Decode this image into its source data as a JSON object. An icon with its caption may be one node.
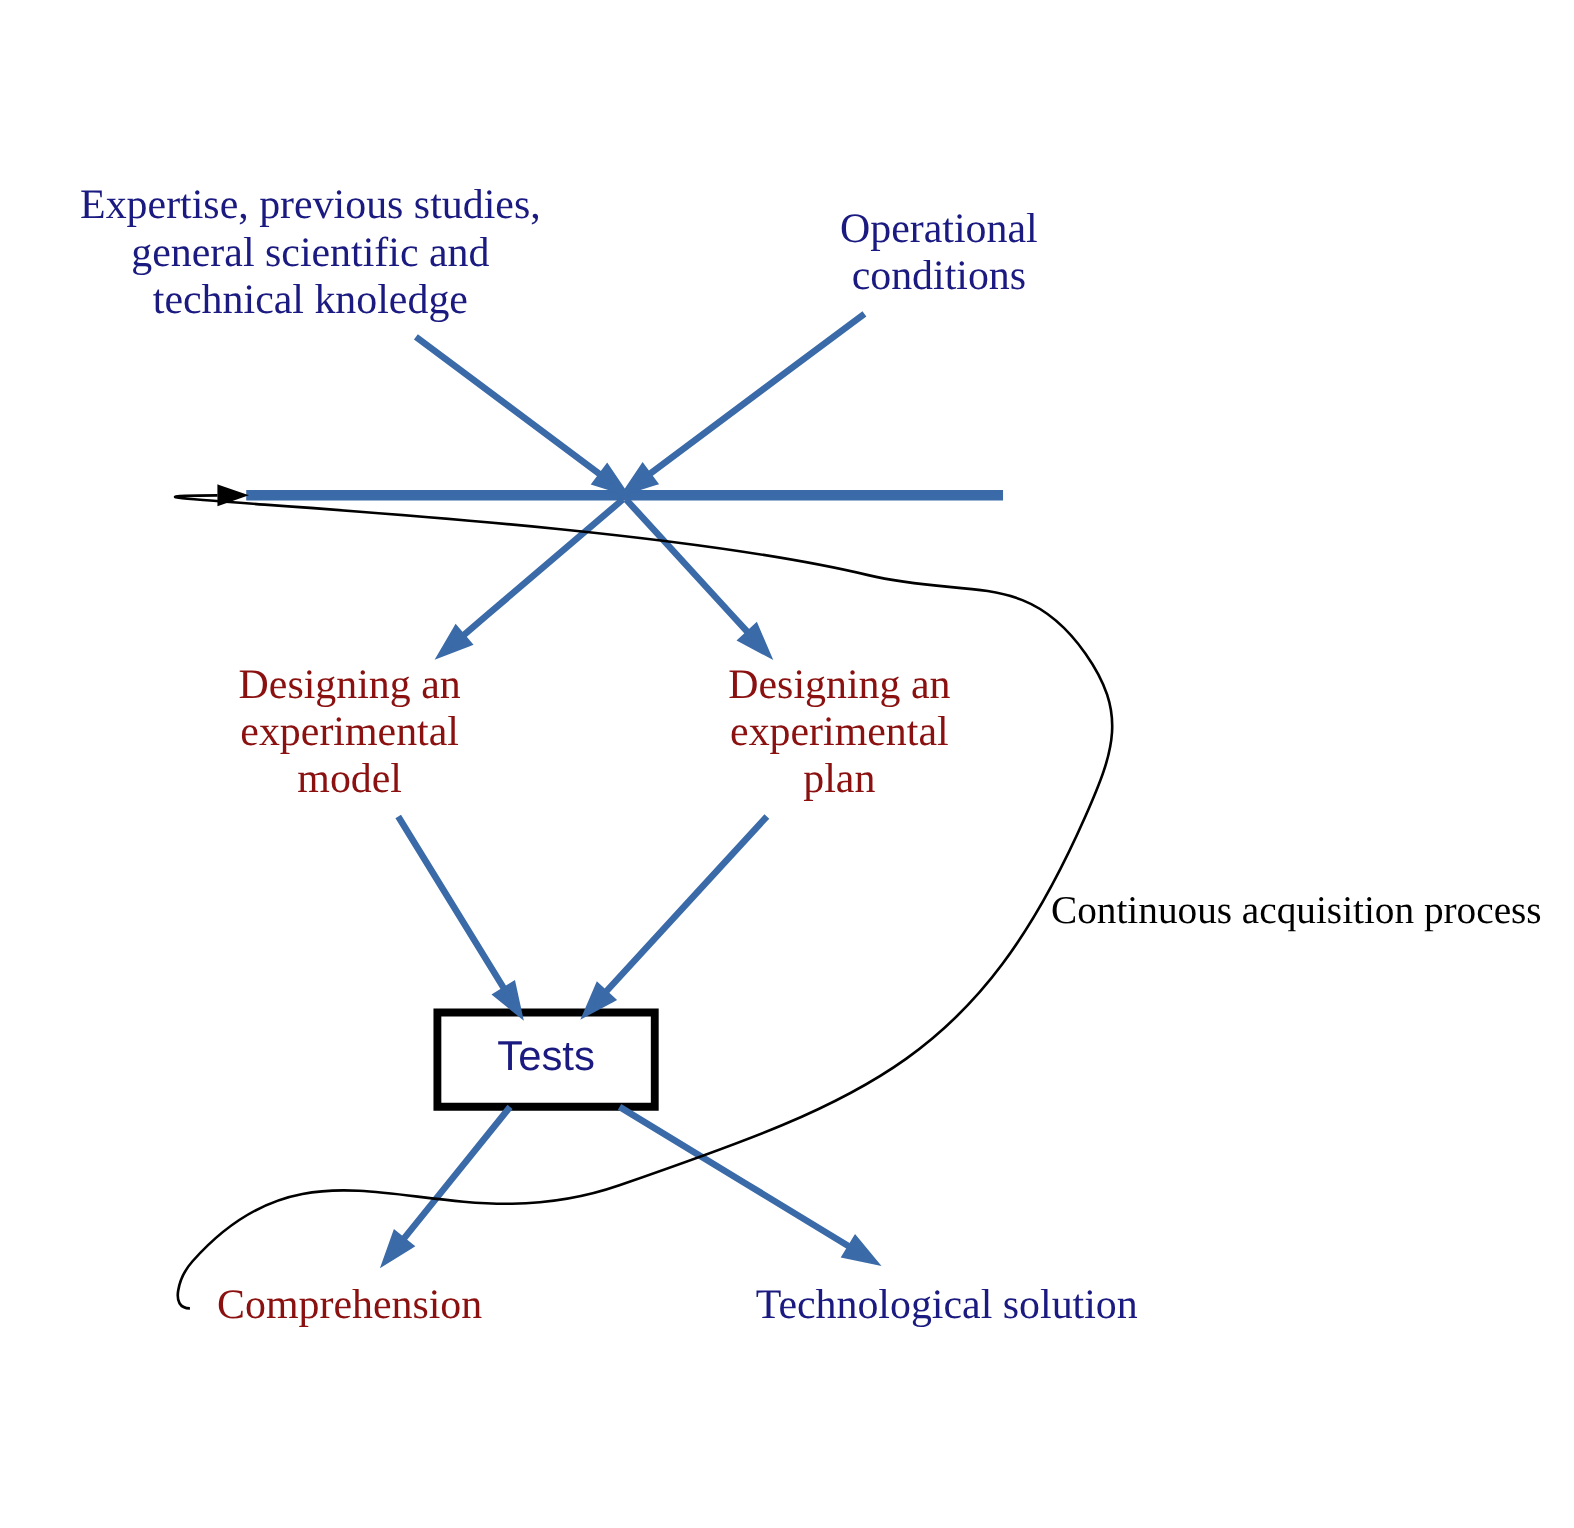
{
  "diagram": {
    "nodes": [
      {
        "text": [
          "Expertise, previous studies, general scientific and technical knoledge"
        ]
      },
      {
        "text": [
          "Operational conditions"
        ]
      },
      {
        "text": [],
        "shape": "bar"
      },
      {
        "text": [
          "Designing an experimental model"
        ]
      },
      {
        "text": [
          "Designing an experimental plan"
        ]
      },
      {
        "text": [
          "Tests"
        ]
      },
      {
        "text": [
          "Comprehension"
        ]
      },
      {
        "text": [
          "Technological solution"
        ]
      }
    ],
    "edges": [
      {
        "from": 0,
        "to": 2,
        "arrow": "to"
      },
      {
        "from": 1,
        "to": 2,
        "arrow": "to"
      },
      {
        "from": 2,
        "to": 3,
        "arrow": "to"
      },
      {
        "from": 2,
        "to": 4,
        "arrow": "to"
      },
      {
        "from": 3,
        "to": 5,
        "arrow": "to"
      },
      {
        "from": 4,
        "to": 5,
        "arrow": "to"
      },
      {
        "from": 5,
        "to": 6,
        "arrow": "to"
      },
      {
        "from": 5,
        "to": 7,
        "arrow": "to"
      },
      {
        "from": 6,
        "to": 2,
        "arrow": "to",
        "label": "Continuous acquisition process",
        "color": "#000000"
      }
    ]
  }
}
